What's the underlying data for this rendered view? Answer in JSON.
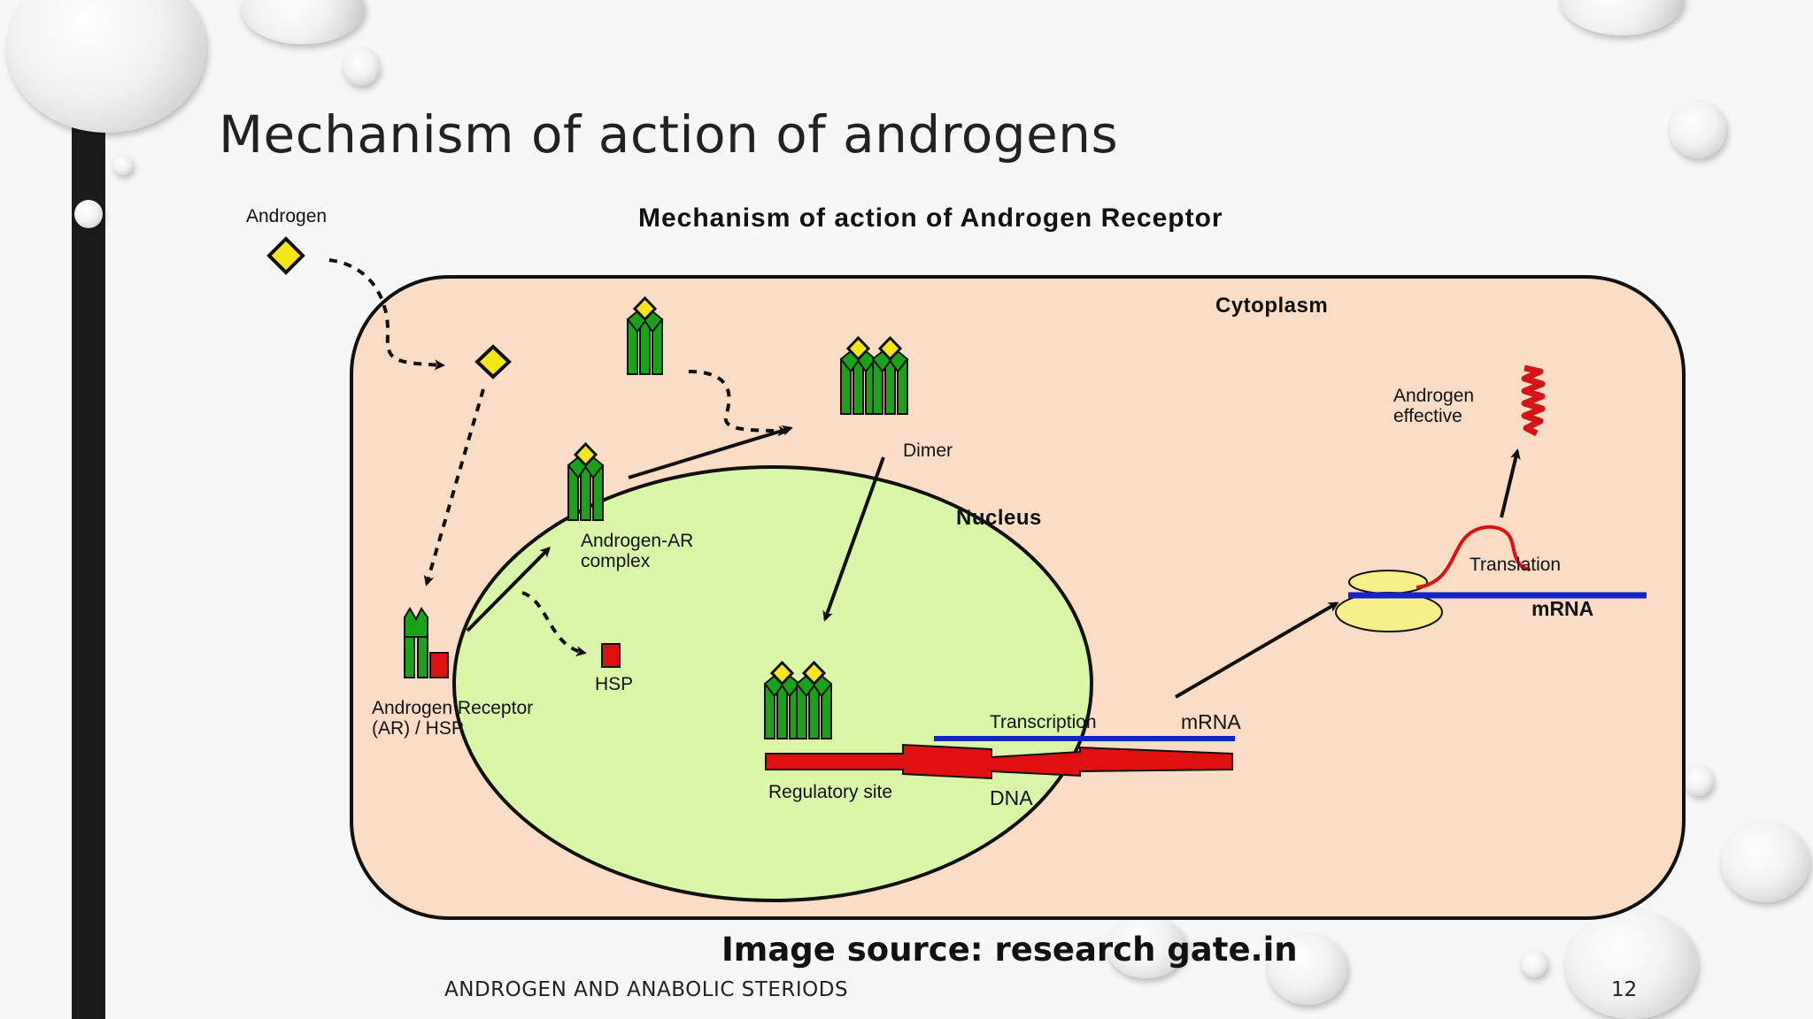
{
  "slide": {
    "title": "Mechanism of action of androgens",
    "image_source": "Image source: research gate.in",
    "footer": "ANDROGEN AND ANABOLIC STERIODS",
    "page_number": "12"
  },
  "diagram": {
    "heading": "Mechanism of action of Androgen Receptor",
    "labels": {
      "androgen": "Androgen",
      "cytoplasm": "Cytoplasm",
      "androgen_effective_1": "Androgen",
      "androgen_effective_2": "effective",
      "dimer": "Dimer",
      "nucleus": "Nucleus",
      "androgen_ar_1": "Androgen-AR",
      "androgen_ar_2": "complex",
      "hsp": "HSP",
      "ar_hsp_1": "Androgen Receptor",
      "ar_hsp_2": "(AR) / HSP",
      "transcription": "Transcription",
      "mrna_nucleus": "mRNA",
      "regulatory_site": "Regulatory site",
      "dna": "DNA",
      "translation": "Translation",
      "mrna_cytoplasm": "mRNA"
    },
    "colors": {
      "cytoplasm": "#fbdcc4",
      "nucleus": "#d9f7a7",
      "receptor_green": "#1aa31a",
      "androgen_yellow": "#f5e61a",
      "hsp_red": "#dd1111",
      "dna_red": "#e01010",
      "mrna_blue": "#1424c8",
      "ribosome": "#f7ef8a"
    }
  }
}
